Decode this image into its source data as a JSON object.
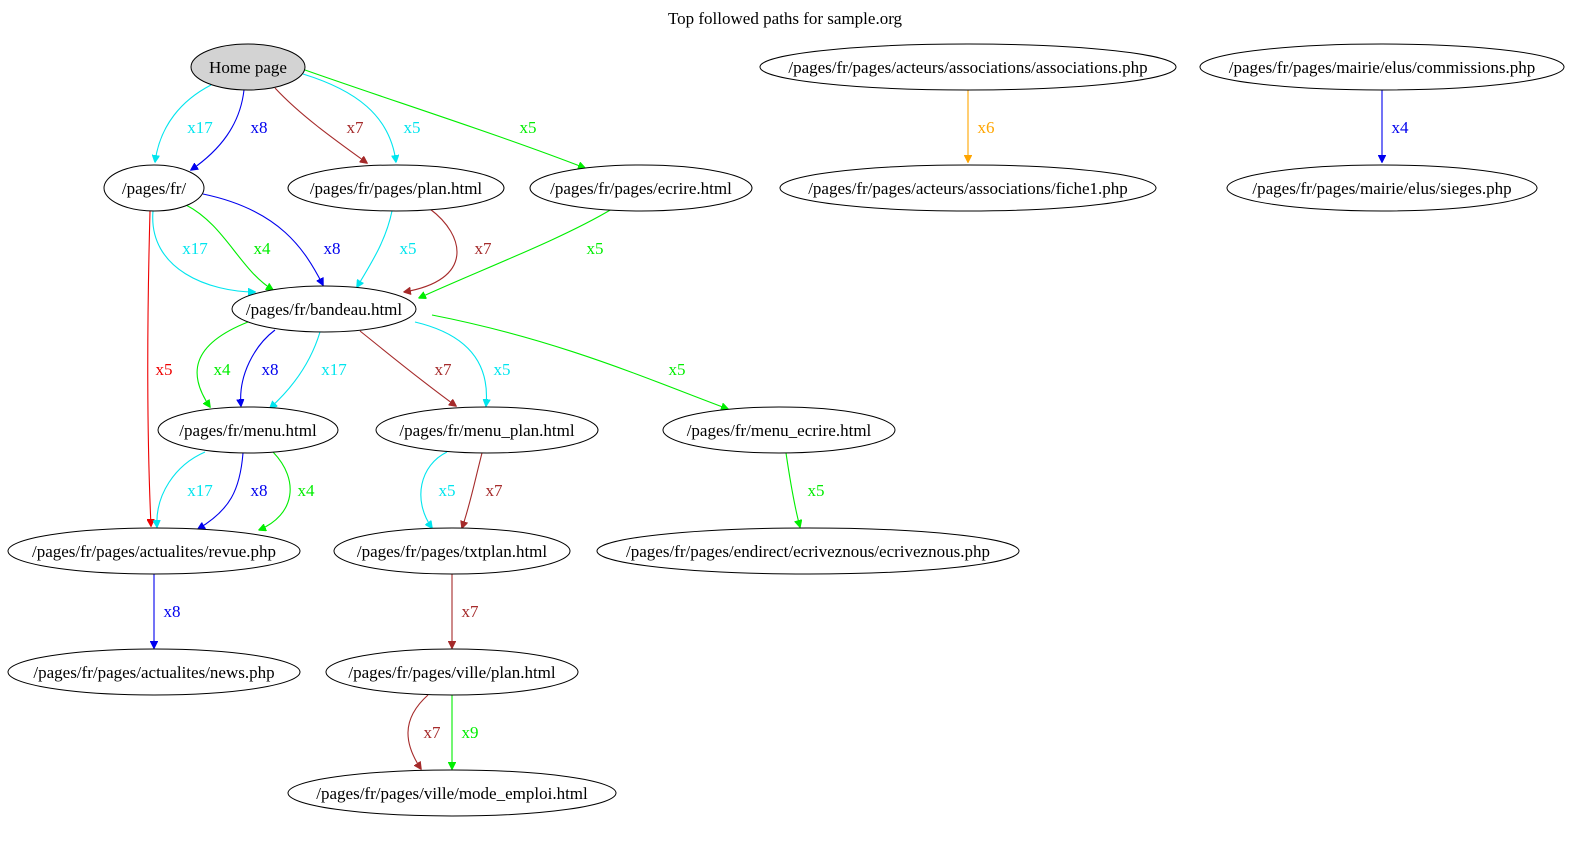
{
  "title": "Top followed paths for sample.org",
  "colors": {
    "cyan": "#00e5ee",
    "blue": "#0000ee",
    "brown": "#a52a2a",
    "green": "#00ee00",
    "red": "#ee0000",
    "orange": "#ffa500",
    "home_fill": "#d3d3d3",
    "node_fill": "#ffffff"
  },
  "nodes": [
    {
      "id": "home",
      "label": "Home page",
      "highlight": true
    },
    {
      "id": "fr",
      "label": "/pages/fr/"
    },
    {
      "id": "plan",
      "label": "/pages/fr/pages/plan.html"
    },
    {
      "id": "ecrire",
      "label": "/pages/fr/pages/ecrire.html"
    },
    {
      "id": "assoc",
      "label": "/pages/fr/pages/acteurs/associations/associations.php"
    },
    {
      "id": "fiche1",
      "label": "/pages/fr/pages/acteurs/associations/fiche1.php"
    },
    {
      "id": "commissions",
      "label": "/pages/fr/pages/mairie/elus/commissions.php"
    },
    {
      "id": "sieges",
      "label": "/pages/fr/pages/mairie/elus/sieges.php"
    },
    {
      "id": "bandeau",
      "label": "/pages/fr/bandeau.html"
    },
    {
      "id": "menu",
      "label": "/pages/fr/menu.html"
    },
    {
      "id": "menu_plan",
      "label": "/pages/fr/menu_plan.html"
    },
    {
      "id": "menu_ecrire",
      "label": "/pages/fr/menu_ecrire.html"
    },
    {
      "id": "revue",
      "label": "/pages/fr/pages/actualites/revue.php"
    },
    {
      "id": "txtplan",
      "label": "/pages/fr/pages/txtplan.html"
    },
    {
      "id": "ecriveznous",
      "label": "/pages/fr/pages/endirect/ecriveznous/ecriveznous.php"
    },
    {
      "id": "news",
      "label": "/pages/fr/pages/actualites/news.php"
    },
    {
      "id": "ville_plan",
      "label": "/pages/fr/pages/ville/plan.html"
    },
    {
      "id": "mode_emploi",
      "label": "/pages/fr/pages/ville/mode_emploi.html"
    }
  ],
  "edges": [
    {
      "from": "home",
      "to": "fr",
      "label": "x17",
      "color": "cyan"
    },
    {
      "from": "home",
      "to": "fr",
      "label": "x8",
      "color": "blue"
    },
    {
      "from": "home",
      "to": "plan",
      "label": "x7",
      "color": "brown"
    },
    {
      "from": "home",
      "to": "plan",
      "label": "x5",
      "color": "cyan"
    },
    {
      "from": "home",
      "to": "ecrire",
      "label": "x5",
      "color": "green"
    },
    {
      "from": "assoc",
      "to": "fiche1",
      "label": "x6",
      "color": "orange"
    },
    {
      "from": "commissions",
      "to": "sieges",
      "label": "x4",
      "color": "blue"
    },
    {
      "from": "fr",
      "to": "bandeau",
      "label": "x17",
      "color": "cyan"
    },
    {
      "from": "fr",
      "to": "bandeau",
      "label": "x4",
      "color": "green"
    },
    {
      "from": "fr",
      "to": "bandeau",
      "label": "x8",
      "color": "blue"
    },
    {
      "from": "plan",
      "to": "bandeau",
      "label": "x5",
      "color": "cyan"
    },
    {
      "from": "plan",
      "to": "bandeau",
      "label": "x7",
      "color": "brown"
    },
    {
      "from": "ecrire",
      "to": "bandeau",
      "label": "x5",
      "color": "green"
    },
    {
      "from": "fr",
      "to": "revue",
      "label": "x5",
      "color": "red"
    },
    {
      "from": "bandeau",
      "to": "menu",
      "label": "x4",
      "color": "green"
    },
    {
      "from": "bandeau",
      "to": "menu",
      "label": "x8",
      "color": "blue"
    },
    {
      "from": "bandeau",
      "to": "menu",
      "label": "x17",
      "color": "cyan"
    },
    {
      "from": "bandeau",
      "to": "menu_plan",
      "label": "x7",
      "color": "brown"
    },
    {
      "from": "bandeau",
      "to": "menu_plan",
      "label": "x5",
      "color": "cyan"
    },
    {
      "from": "bandeau",
      "to": "menu_ecrire",
      "label": "x5",
      "color": "green"
    },
    {
      "from": "menu",
      "to": "revue",
      "label": "x17",
      "color": "cyan"
    },
    {
      "from": "menu",
      "to": "revue",
      "label": "x8",
      "color": "blue"
    },
    {
      "from": "menu",
      "to": "revue",
      "label": "x4",
      "color": "green"
    },
    {
      "from": "menu_plan",
      "to": "txtplan",
      "label": "x5",
      "color": "cyan"
    },
    {
      "from": "menu_plan",
      "to": "txtplan",
      "label": "x7",
      "color": "brown"
    },
    {
      "from": "menu_ecrire",
      "to": "ecriveznous",
      "label": "x5",
      "color": "green"
    },
    {
      "from": "revue",
      "to": "news",
      "label": "x8",
      "color": "blue"
    },
    {
      "from": "txtplan",
      "to": "ville_plan",
      "label": "x7",
      "color": "brown"
    },
    {
      "from": "ville_plan",
      "to": "mode_emploi",
      "label": "x7",
      "color": "brown"
    },
    {
      "from": "ville_plan",
      "to": "mode_emploi",
      "label": "x9",
      "color": "green"
    }
  ]
}
